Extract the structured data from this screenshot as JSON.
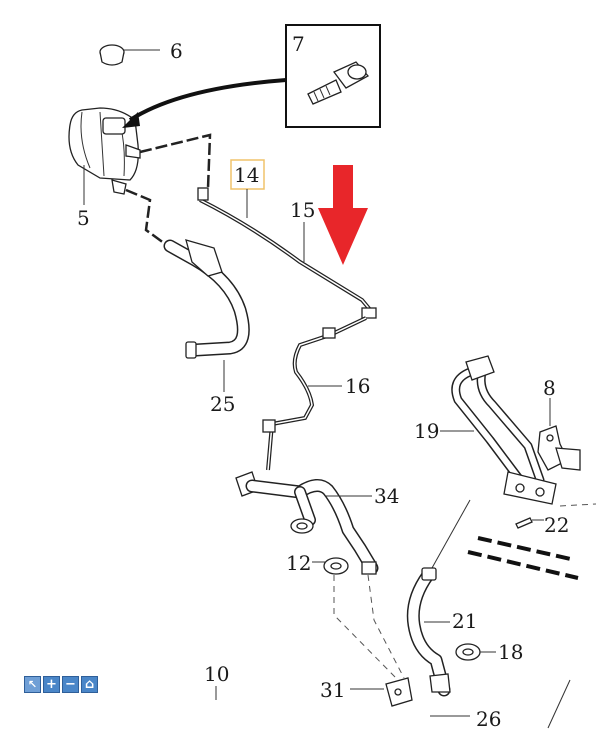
{
  "callouts": {
    "c5": "5",
    "c6": "6",
    "c7": "7",
    "c8": "8",
    "c10": "10",
    "c12": "12",
    "c14": "14",
    "c15": "15",
    "c16": "16",
    "c18": "18",
    "c19": "19",
    "c21": "21",
    "c22": "22",
    "c25": "25",
    "c26": "26",
    "c31": "31",
    "c34": "34"
  },
  "colors": {
    "arrow": "#e8262a",
    "highlight_box": "#f0c36b",
    "toolbar": "#4a86c8"
  },
  "toolbar": {
    "pointer_icon": "cursor-icon",
    "zoom_in_icon": "plus-icon",
    "zoom_out_icon": "minus-icon",
    "home_icon": "home-icon"
  }
}
